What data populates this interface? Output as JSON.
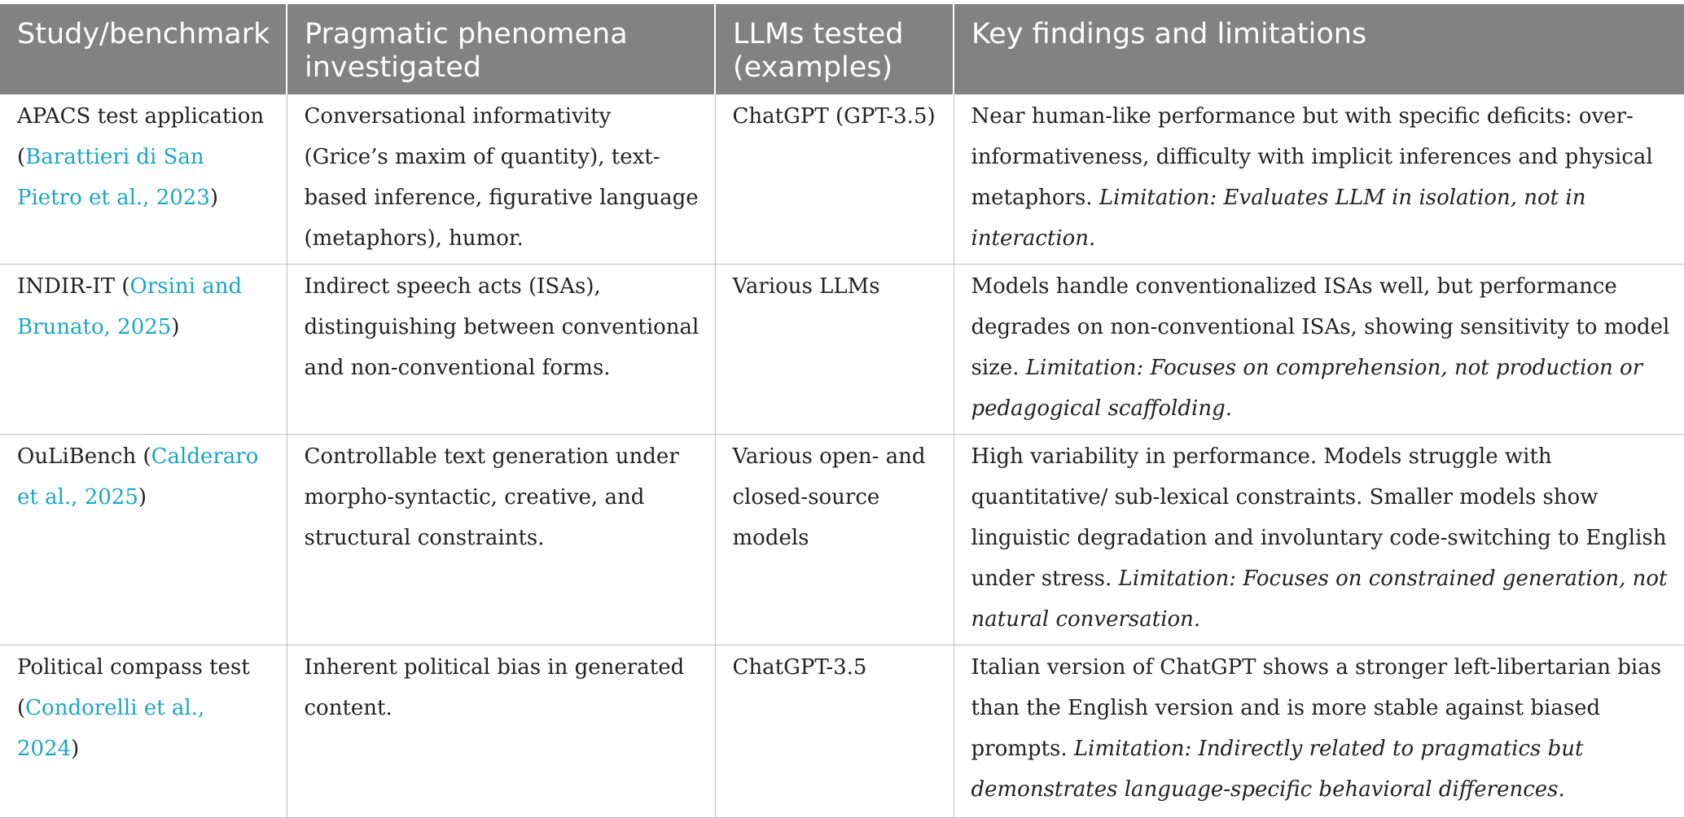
{
  "table": {
    "headers": [
      "Study/benchmark",
      "Pragmatic phenomena investigated",
      "LLMs tested (examples)",
      "Key findings and limitations"
    ],
    "rows": [
      {
        "study": "APACS test application (",
        "study_cite": "Barattieri di San Pietro et al., 2023",
        "study_end": ")",
        "phenomena": "Conversational informativity (Grice’s maxim of quantity), text-based inference, figurative language (metaphors), humor.",
        "llms": "ChatGPT (GPT-3.5)",
        "findings": "Near human-like performance but with specific deficits: over-informativeness, difficulty with implicit inferences and physical metaphors.",
        "limitation": "Limitation: Evaluates LLM in isolation, not in interaction."
      },
      {
        "study": "INDIR-IT (",
        "study_cite": "Orsini and Brunato, 2025",
        "study_end": ")",
        "phenomena": "Indirect speech acts (ISAs), distinguishing between conventional and non-conventional forms.",
        "llms": "Various LLMs",
        "findings": "Models handle conventionalized ISAs well, but performance degrades on non-conventional ISAs, showing sensitivity to model size.",
        "limitation": "Limitation: Focuses on comprehension, not production or pedagogical scaffolding."
      },
      {
        "study": "OuLiBench (",
        "study_cite": "Calderaro et al., 2025",
        "study_end": ")",
        "phenomena": "Controllable text generation under morpho-syntactic, creative, and structural constraints.",
        "llms": "Various open- and closed-source models",
        "findings": "High variability in performance. Models struggle with quantitative/ sub-lexical constraints. Smaller models show linguistic degradation and involuntary code-switching to English under stress.",
        "limitation": "Limitation: Focuses on constrained generation, not natural conversation."
      },
      {
        "study": "Political compass test (",
        "study_cite": "Condorelli et al., 2024",
        "study_end": ")",
        "phenomena": "Inherent political bias in generated content.",
        "llms": "ChatGPT-3.5",
        "findings": "Italian version of ChatGPT shows a stronger left-libertarian bias than the English version and is more stable against biased prompts.",
        "limitation": "Limitation: Indirectly related to pragmatics but demonstrates language-specific behavioral differences."
      }
    ]
  }
}
